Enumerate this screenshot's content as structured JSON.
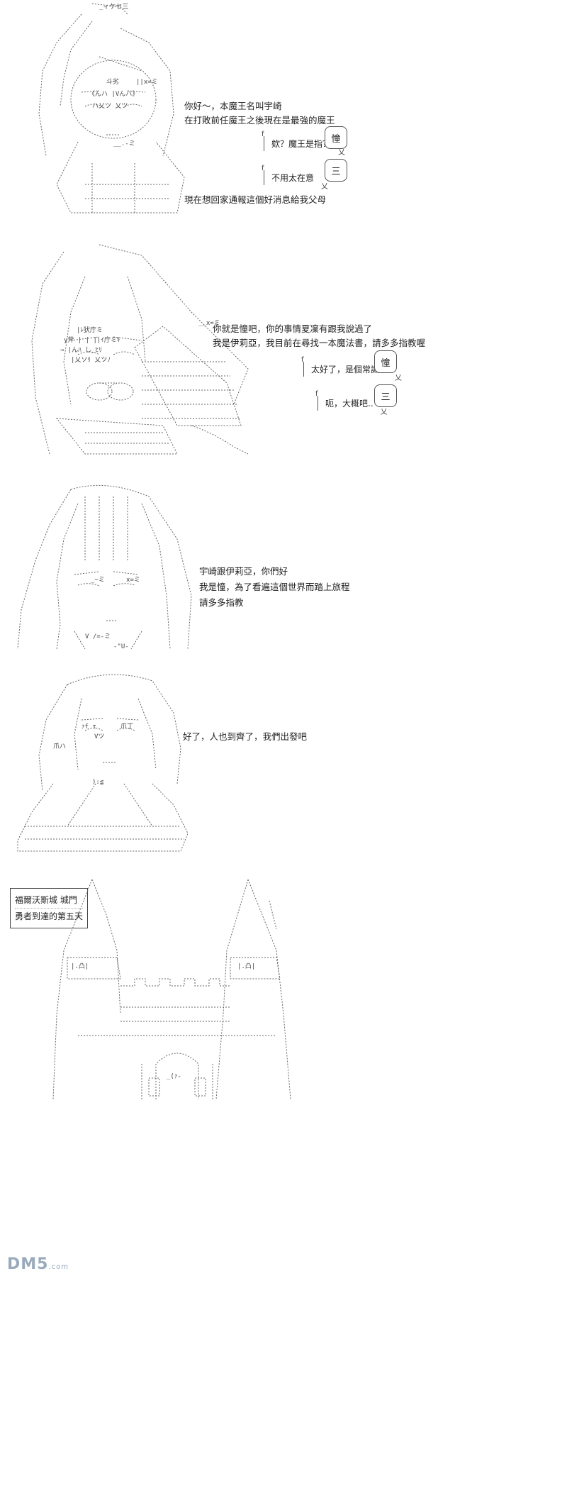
{
  "panel1": {
    "lines": [
      "你好～，本魔王名叫宇崎",
      "在打敗前任魔王之後現在是最強的魔王",
      "現在想回家通報這個好消息給我父母"
    ],
    "bubbles": [
      {
        "speaker": "憧",
        "text": "欸？魔王是指？"
      },
      {
        "speaker": "三",
        "text": "不用太在意"
      }
    ]
  },
  "panel2": {
    "lines": [
      "你就是憧吧，你的事情夏凜有跟我說過了",
      "我是伊莉亞，我目前在尋找一本魔法書，請多多指教喔"
    ],
    "bubbles": [
      {
        "speaker": "憧",
        "text": "太好了，是個常識人"
      },
      {
        "speaker": "三",
        "text": "呃，大概吧.."
      }
    ]
  },
  "panel3": {
    "lines": [
      "宇崎跟伊莉亞，你們好",
      "我是憧，為了看遍這個世界而踏上旅程",
      "請多多指教"
    ]
  },
  "panel4": {
    "lines": [
      "好了，人也到齊了，我們出發吧"
    ]
  },
  "panel5": {
    "caption": [
      "福爾沃斯城 城門",
      "勇者到達的第五天"
    ]
  },
  "watermark": {
    "brand": "DM5",
    "domain": ".com"
  }
}
